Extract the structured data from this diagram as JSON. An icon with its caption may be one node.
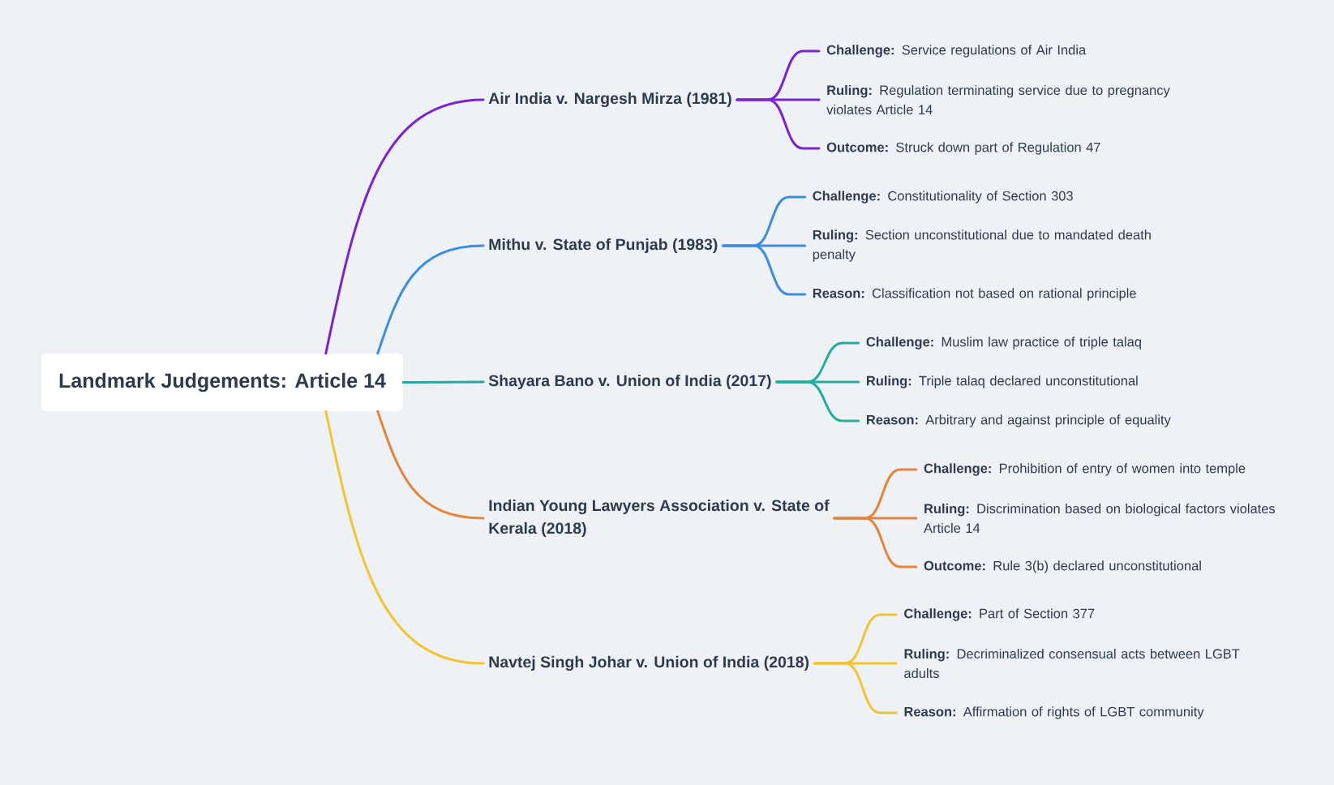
{
  "diagram": {
    "nodes": [
      {
        "text": [
          "Landmark Judgements: Article 14"
        ]
      },
      {
        "text": [
          "Air India v. Nargesh Mirza (1981)"
        ]
      },
      {
        "text": [
          "**Challenge:** Service regulations of Air India"
        ]
      },
      {
        "text": [
          "**Ruling:** Regulation terminating service due to pregnancy violates Article 14"
        ]
      },
      {
        "text": [
          "**Outcome:** Struck down part of Regulation 47"
        ]
      },
      {
        "text": [
          "Mithu v. State of Punjab (1983)"
        ]
      },
      {
        "text": [
          "**Challenge:** Constitutionality of Section 303"
        ]
      },
      {
        "text": [
          "**Ruling:** Section unconstitutional due to mandated death penalty"
        ]
      },
      {
        "text": [
          "**Reason:** Classification not based on rational principle"
        ]
      },
      {
        "text": [
          "Shayara Bano v. Union of India (2017)"
        ]
      },
      {
        "text": [
          "**Challenge:** Muslim law practice of triple talaq"
        ]
      },
      {
        "text": [
          "**Ruling:** Triple talaq declared unconstitutional"
        ]
      },
      {
        "text": [
          "**Reason:** Arbitrary and against principle of equality"
        ]
      },
      {
        "text": [
          "Indian Young Lawyers Association v. State of Kerala (2018)"
        ]
      },
      {
        "text": [
          "**Challenge:** Prohibition of entry of women into temple"
        ]
      },
      {
        "text": [
          "**Ruling:** Discrimination based on biological factors violates Article 14"
        ]
      },
      {
        "text": [
          "**Outcome:** Rule 3(b) declared unconstitutional"
        ]
      },
      {
        "text": [
          "Navtej Singh Johar v. Union of India (2018)"
        ]
      },
      {
        "text": [
          "**Challenge:** Part of Section 377"
        ]
      },
      {
        "text": [
          "**Ruling:** Decriminalized consensual acts between LGBT adults"
        ]
      },
      {
        "text": [
          "**Reason:** Affirmation of rights of LGBT community"
        ]
      }
    ],
    "edges": [
      {
        "from": 0,
        "to": 1,
        "arrow": "none",
        "color": "#7b22d4"
      },
      {
        "from": 0,
        "to": 5,
        "arrow": "none",
        "color": "#3a8de0"
      },
      {
        "from": 0,
        "to": 9,
        "arrow": "none",
        "color": "#1fae9c"
      },
      {
        "from": 0,
        "to": 13,
        "arrow": "none",
        "color": "#e8833a"
      },
      {
        "from": 0,
        "to": 17,
        "arrow": "none",
        "color": "#f4c430"
      },
      {
        "from": 1,
        "to": 2,
        "arrow": "none",
        "color": "#7b22d4"
      },
      {
        "from": 1,
        "to": 3,
        "arrow": "none",
        "color": "#7b22d4"
      },
      {
        "from": 1,
        "to": 4,
        "arrow": "none",
        "color": "#7b22d4"
      },
      {
        "from": 5,
        "to": 6,
        "arrow": "none",
        "color": "#3a8de0"
      },
      {
        "from": 5,
        "to": 7,
        "arrow": "none",
        "color": "#3a8de0"
      },
      {
        "from": 5,
        "to": 8,
        "arrow": "none",
        "color": "#3a8de0"
      },
      {
        "from": 9,
        "to": 10,
        "arrow": "none",
        "color": "#1fae9c"
      },
      {
        "from": 9,
        "to": 11,
        "arrow": "none",
        "color": "#1fae9c"
      },
      {
        "from": 9,
        "to": 12,
        "arrow": "none",
        "color": "#1fae9c"
      },
      {
        "from": 13,
        "to": 14,
        "arrow": "none",
        "color": "#e8833a"
      },
      {
        "from": 13,
        "to": 15,
        "arrow": "none",
        "color": "#e8833a"
      },
      {
        "from": 13,
        "to": 16,
        "arrow": "none",
        "color": "#e8833a"
      },
      {
        "from": 17,
        "to": 18,
        "arrow": "none",
        "color": "#f4c430"
      },
      {
        "from": 17,
        "to": 19,
        "arrow": "none",
        "color": "#f4c430"
      },
      {
        "from": 17,
        "to": 20,
        "arrow": "none",
        "color": "#f4c430"
      }
    ]
  }
}
